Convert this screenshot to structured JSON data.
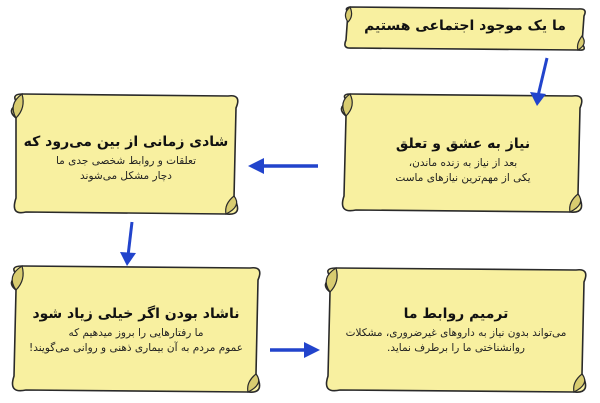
{
  "nodes": [
    {
      "id": "top",
      "title": "ما یک موجود اجتماعی هستیم",
      "lines": []
    },
    {
      "id": "need",
      "title": "نیاز به عشق و تعلق",
      "lines": [
        "بعد از نیاز به زنده ماندن،",
        "یکی از مهم‌ترین نیازهای ماست"
      ]
    },
    {
      "id": "joy",
      "title": "شادی زمانی از بین می‌رود که",
      "lines": [
        "تعلقات و روابط شخصی جدی ما",
        "دچار مشکل می‌شوند"
      ]
    },
    {
      "id": "sad",
      "title": "ناشاد بودن اگر خیلی زیاد شود",
      "lines": [
        "ما رفتارهایی را بروز میدهیم که",
        "عموم مردم به آن بیماری ذهنی و روانی می‌گویند!"
      ]
    },
    {
      "id": "repair",
      "title": "ترمیم روابط ما",
      "lines": [
        "می‌تواند بدون نیاز به داروهای غیرضروری، مشکلات",
        "روانشناختی ما را برطرف نماید."
      ]
    }
  ],
  "colors": {
    "scroll_fill": "#f8f0a0",
    "scroll_shadow": "#d8cc70",
    "outline": "#2a2a2a",
    "arrow": "#2244cc"
  }
}
